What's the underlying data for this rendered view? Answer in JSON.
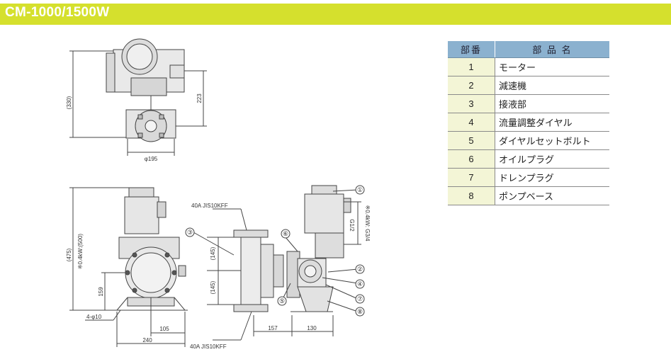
{
  "header": {
    "title": "CM-1000/1500W"
  },
  "top_view": {
    "dim_330": "(330)",
    "dim_223": "223",
    "dim_phi195": "φ195"
  },
  "front_view": {
    "dim_475": "(475)",
    "dim_note": "※0.4kW:(500)",
    "dim_159": "159",
    "dim_hole": "4-φ10",
    "dim_105": "105",
    "dim_240": "240"
  },
  "side_view": {
    "flange_top": "40A JIS10KFF",
    "flange_bottom": "40A JIS10KFF",
    "dim_145a": "(145)",
    "dim_145b": "(145)",
    "dim_157": "157",
    "dim_130": "130",
    "dim_g12": "G1/2",
    "dim_g34": "※0.4kW: G3/4"
  },
  "callouts": [
    "①",
    "②",
    "③",
    "④",
    "⑤",
    "⑥",
    "⑦",
    "⑧"
  ],
  "parts_table": {
    "col_num": "部番",
    "col_name": "部 品 名",
    "rows": [
      {
        "num": "1",
        "name": "モーター"
      },
      {
        "num": "2",
        "name": "減速機"
      },
      {
        "num": "3",
        "name": "接液部"
      },
      {
        "num": "4",
        "name": "流量調整ダイヤル"
      },
      {
        "num": "5",
        "name": "ダイヤルセットボルト"
      },
      {
        "num": "6",
        "name": "オイルプラグ"
      },
      {
        "num": "7",
        "name": "ドレンプラグ"
      },
      {
        "num": "8",
        "name": "ポンプベース"
      }
    ]
  }
}
